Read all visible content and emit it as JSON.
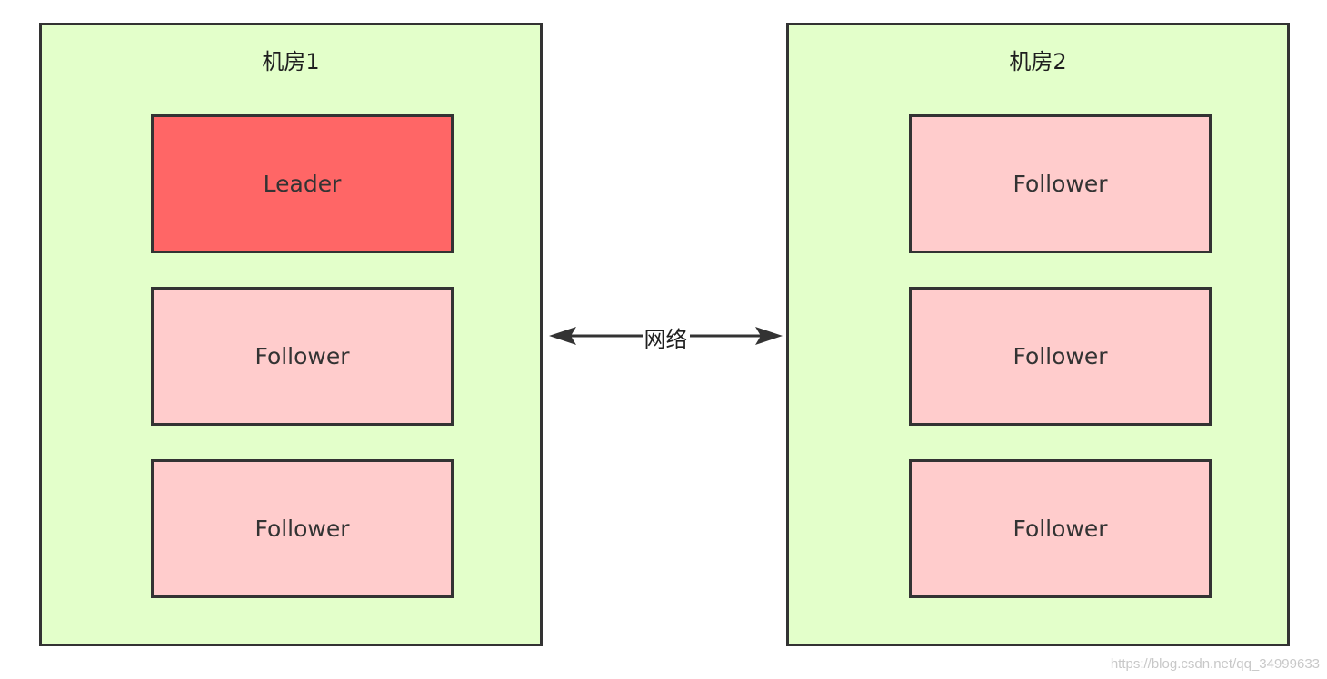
{
  "rooms": [
    {
      "title": "机房1",
      "nodes": [
        {
          "label": "Leader",
          "role": "leader"
        },
        {
          "label": "Follower",
          "role": "follower"
        },
        {
          "label": "Follower",
          "role": "follower"
        }
      ]
    },
    {
      "title": "机房2",
      "nodes": [
        {
          "label": "Follower",
          "role": "follower"
        },
        {
          "label": "Follower",
          "role": "follower"
        },
        {
          "label": "Follower",
          "role": "follower"
        }
      ]
    }
  ],
  "link": {
    "label": "网络",
    "direction": "bidirectional"
  },
  "watermark": "https://blog.csdn.net/qq_34999633",
  "colors": {
    "room_fill": "#e3ffca",
    "leader_fill": "#ff6666",
    "follower_fill": "#ffcccc",
    "stroke": "#333333"
  }
}
